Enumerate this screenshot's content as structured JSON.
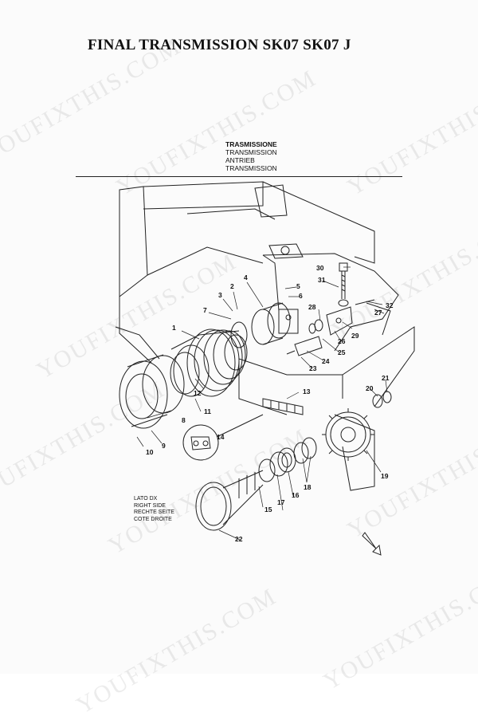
{
  "title": "FINAL TRANSMISSION SK07 SK07 J",
  "header": {
    "lines": [
      "TRASMISSIONE",
      "TRANSMISSION",
      "ANTRIEB",
      "TRANSMISSION"
    ]
  },
  "side_label": {
    "lines": [
      "LATO DX",
      "RIGHT SIDE",
      "RECHTE SEITE",
      "COTE DROITE"
    ]
  },
  "watermark": "YOUFIXTHIS.COM",
  "part_numbers": [
    "1",
    "2",
    "3",
    "4",
    "5",
    "6",
    "7",
    "8",
    "9",
    "10",
    "11",
    "12",
    "13",
    "14",
    "15",
    "16",
    "17",
    "18",
    "19",
    "20",
    "21",
    "22",
    "23",
    "24",
    "25",
    "26",
    "27",
    "28",
    "29",
    "30",
    "31",
    "32"
  ]
}
